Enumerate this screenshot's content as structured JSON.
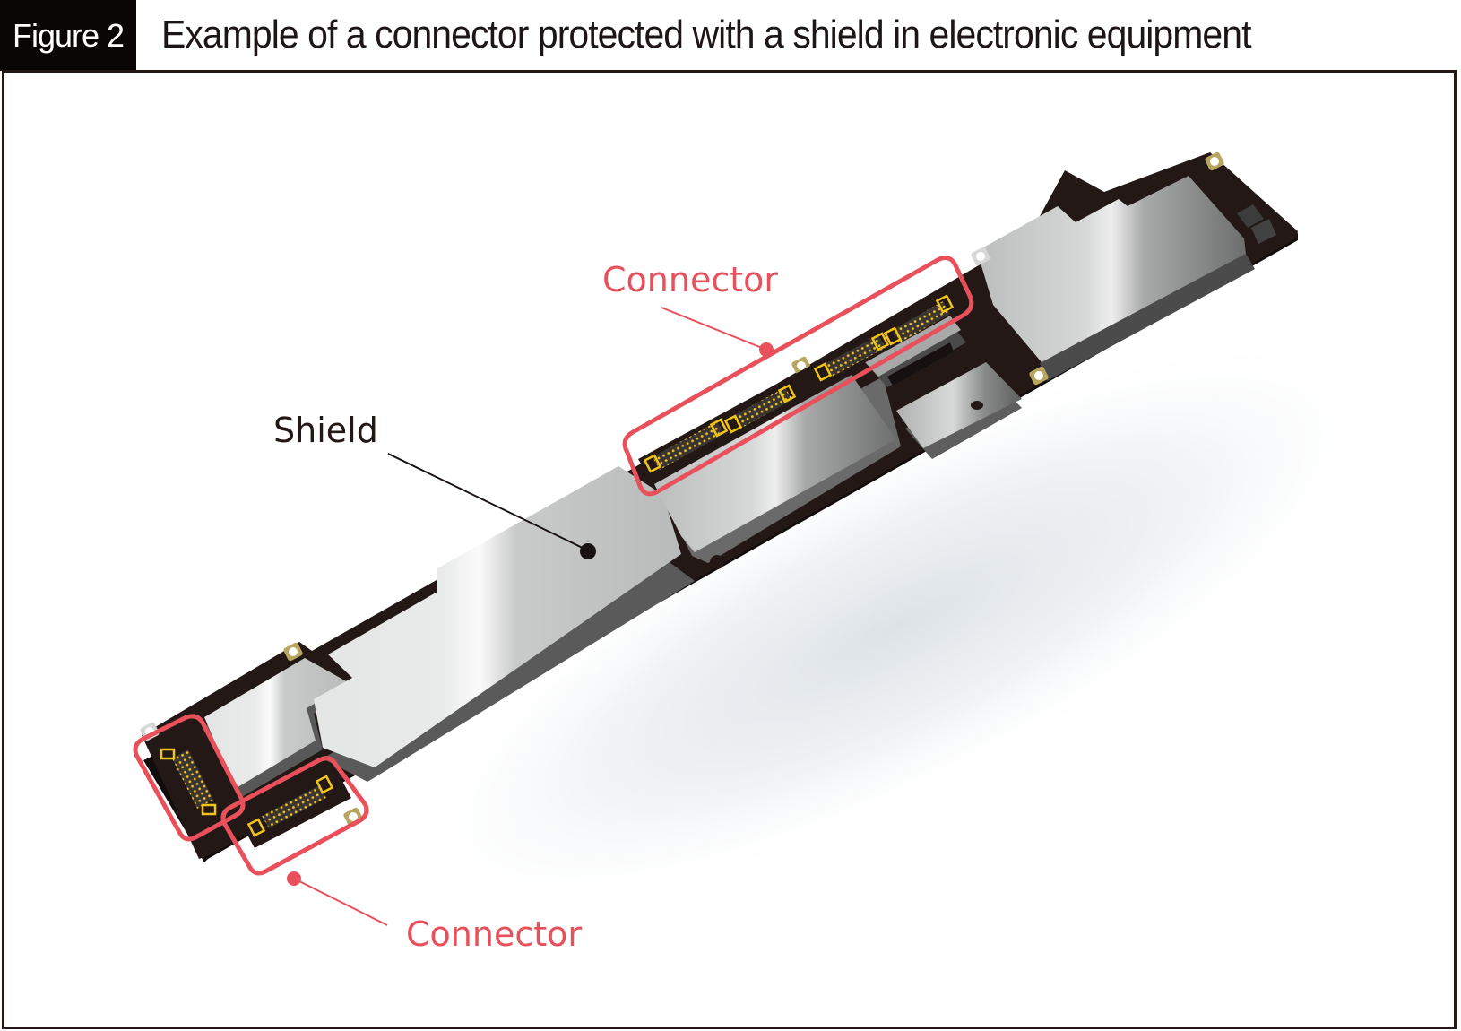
{
  "figure": {
    "number_label": "Figure 2",
    "title": "Example of a connector protected with a shield in electronic equipment"
  },
  "labels": {
    "shield": "Shield",
    "connector_top": "Connector",
    "connector_bottom": "Connector"
  },
  "colors": {
    "frame": "#231815",
    "title_box": "#0a0606",
    "highlight_red": "#e8505b",
    "pcb": "#231815",
    "shield_metal_light": "#eeeeee",
    "shield_metal_dark": "#8a8a8a",
    "connector_gold": "#f0c419",
    "mount_pad_brass": "#b8a660"
  }
}
